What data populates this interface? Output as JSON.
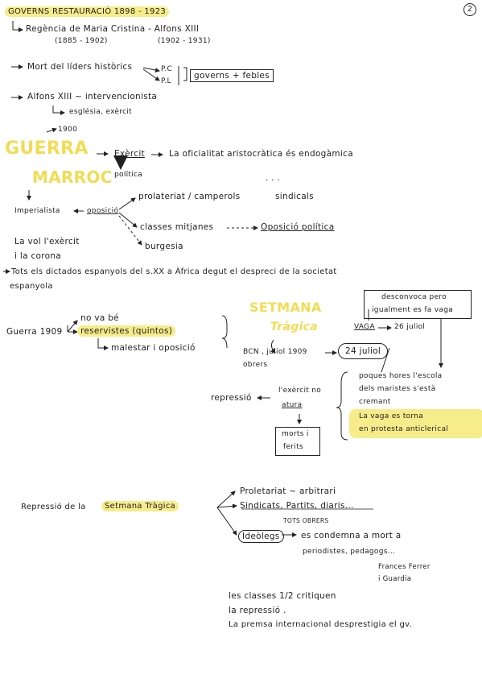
{
  "page_number": "2",
  "header": {
    "title": "GOVERNS RESTAURACIÓ 1898 - 1923"
  },
  "regency": {
    "text": "Regència de Maria Cristina - Alfons XIII",
    "years_left": "(1885 - 1902)",
    "years_right": "(1902 - 1931)"
  },
  "leaders": {
    "text": "Mort del líders històrics",
    "pc": "P.C",
    "pl": "P.L",
    "result": "governs + febles"
  },
  "alfons": {
    "text": "Alfons XIII ~ intervencionista",
    "sub": "església, exèrcit"
  },
  "guerra": {
    "year": "1900",
    "title1": "GUERRA",
    "title2": "MARROC",
    "exercit": "Exèrcit",
    "exercit_desc": "La oficialitat aristocràtica és endogàmica",
    "politica": "política",
    "dots": "· · ·",
    "imperialista": "Imperialista",
    "oposicio": "oposició",
    "groups": [
      "prolateriat / camperols",
      "sindicals",
      "classes mitjanes",
      "burgesia"
    ],
    "oposicio_politica": "Oposició política",
    "vol1": "La vol l'exèrcit",
    "vol2": "i la corona"
  },
  "dictados": {
    "line1": "Tots els dictados espanyols del s.XX a Àfrica degut el despreci de la societat",
    "line2": "espanyola"
  },
  "guerra1909": {
    "label": "Guerra 1909",
    "items": [
      "no va bé",
      "reservistes (quintos)",
      "malestar i oposició"
    ]
  },
  "setmana": {
    "title1": "SETMANA",
    "title2": "Tràgica",
    "desconvoca1": "desconvoca pero",
    "desconvoca2": "igualment es fa vaga",
    "vaga": "VAGA",
    "vaga_date": "26 juliol",
    "bcn": "BCN , juliol 1909",
    "obrers": "obrers",
    "date": "24 juliol",
    "poques": [
      "poques hores l'escola",
      "dels maristes s'està",
      "cremant"
    ],
    "vaga_torna1": "La vaga es torna",
    "vaga_torna2": "en protesta anticlerical",
    "exercit_no1": "l'exèrcit no",
    "exercit_no2": "atura",
    "repressio": "repressió",
    "morts1": "morts i",
    "morts2": "ferits"
  },
  "repressio_st": {
    "label": "Repressió de la",
    "label_hl": "Setmana Tràgica",
    "proletariat": "Proletariat ~ arbitrari",
    "sindicats": "Sindicats, Partits, diaris...",
    "tots_obrers": "TOTS OBRERS",
    "ideolegs": "Ideòlegs",
    "condemna1": "es condemna a mort a",
    "condemna2": "periodistes, pedagogs...",
    "ferrer1": "Frances Ferrer",
    "ferrer2": "i Guardia",
    "closing": [
      "les classes 1/2 critiquen",
      "la repressió .",
      "La premsa internacional desprestigia el gv."
    ]
  }
}
